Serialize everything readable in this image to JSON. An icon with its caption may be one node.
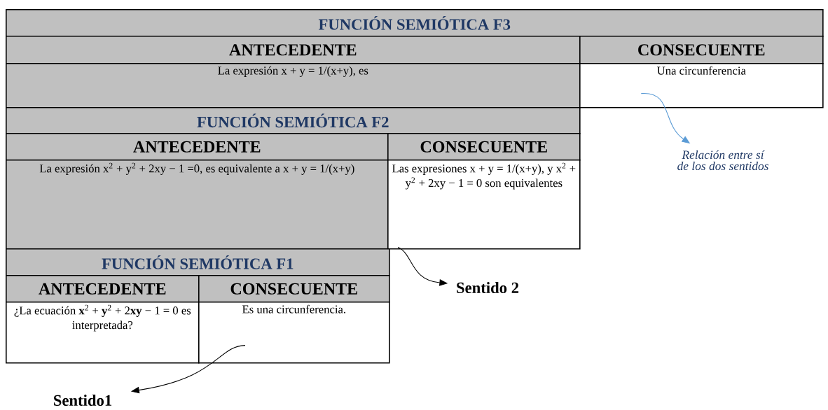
{
  "diagram": {
    "nodes": [
      {
        "text": [
          "FUNCIÓN SEMIÓTICA F3"
        ]
      },
      {
        "text": [
          "ANTECEDENTE"
        ]
      },
      {
        "text": [
          "CONSECUENTE"
        ]
      },
      {
        "text": [
          "La expresión x + y = 1/(x+y), es"
        ]
      },
      {
        "text": [
          "Una circunferencia"
        ]
      },
      {
        "text": [
          "FUNCIÓN SEMIÓTICA F2"
        ]
      },
      {
        "text": [
          "ANTECEDENTE"
        ]
      },
      {
        "text": [
          "CONSECUENTE"
        ]
      },
      {
        "text": [
          "La expresión x$^{2}$ + y$^{2}$ + 2xy − 1 =0, es equivalente a x + y = 1/(x+y)"
        ]
      },
      {
        "text": [
          "Las expresiones x + y = 1/(x+y), y x$^{2}$ + y$^{2}$ + 2xy − 1 = 0 son equivalentes"
        ]
      },
      {
        "text": [
          "FUNCIÓN SEMIÓTICA F1"
        ]
      },
      {
        "text": [
          "ANTECEDENTE"
        ]
      },
      {
        "text": [
          "CONSECUENTE"
        ]
      },
      {
        "text": [
          "¿La ecuación **x**$^{2}$ + **y**$^{2}$ + 2**xy** − 1 = 0 es interpretada?"
        ]
      },
      {
        "text": [
          "Es una circunferencia."
        ]
      },
      {
        "text": [
          "Relación entre sí de los dos sentidos"
        ]
      },
      {
        "text": [
          "Sentido 2"
        ]
      },
      {
        "text": [
          "Sentido1"
        ]
      }
    ],
    "edges": [
      {
        "from": 4,
        "to": 15,
        "arrow": "to",
        "color": "#5b9bd5"
      },
      {
        "from": 9,
        "to": 16,
        "arrow": "to"
      },
      {
        "from": 14,
        "to": 17,
        "arrow": "to"
      }
    ]
  }
}
